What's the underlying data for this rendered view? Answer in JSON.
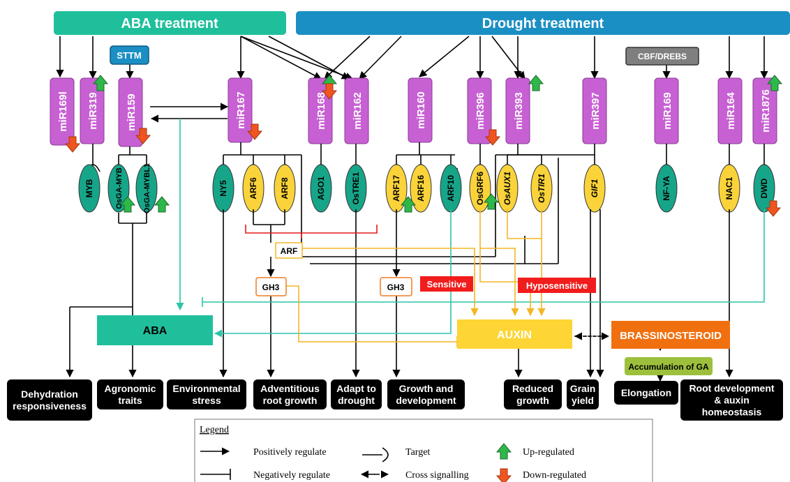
{
  "headers": {
    "aba": "ABA treatment",
    "drought": "Drought treatment"
  },
  "colors": {
    "aba_green": "#1fbf9c",
    "drought_blue": "#1a8fc4",
    "mirna_purple": "#c761d3",
    "target_green": "#17a589",
    "target_yellow": "#f9d339",
    "auxin_yellow": "#fdd535",
    "brassino_orange": "#f07010",
    "ga_green": "#9dc03c",
    "cyan_line": "#2cc4a8",
    "orange_line": "#f3b524",
    "red_label": "#f11c1c"
  },
  "mirnas": [
    "miR169l",
    "miR319",
    "miR159",
    "miR167",
    "miR168",
    "miR162",
    "miR160",
    "miR396",
    "miR393",
    "miR397",
    "miR169",
    "miR164",
    "miR1876"
  ],
  "boxes": {
    "sttm": "STTM",
    "cbf": "CBF/DREBS"
  },
  "targets": [
    "MYB",
    "OsGA-MYB",
    "OsGA-MYBL1",
    "NY5",
    "ARF6",
    "ARF8",
    "AGO1",
    "OsTRE1",
    "ARF17",
    "ARF16",
    "ARF10",
    "OsGRF6",
    "OsAUX1",
    "OsTIR1",
    "GIF1",
    "NF-YA",
    "NAC1",
    "DWD"
  ],
  "mid": {
    "arf": "ARF",
    "gh3a": "GH3",
    "gh3b": "GH3",
    "sensitive": "Sensitive",
    "hyposensitive": "Hyposensitive"
  },
  "hormones": {
    "aba": "ABA",
    "auxin": "AUXIN",
    "brassino": "BRASSINOSTEROID",
    "ga": "Accumulation of GA"
  },
  "outcomes": [
    {
      "l1": "Dehydration",
      "l2": "responsiveness"
    },
    {
      "l1": "Agronomic",
      "l2": "traits"
    },
    {
      "l1": "Environmental",
      "l2": "stress"
    },
    {
      "l1": "Adventitious",
      "l2": "root growth"
    },
    {
      "l1": "Adapt to",
      "l2": "drought"
    },
    {
      "l1": "Growth and",
      "l2": "development"
    },
    {
      "l1": "Reduced",
      "l2": "growth"
    },
    {
      "l1": "Grain",
      "l2": "yield"
    },
    {
      "l1": "Elongation",
      "l2": ""
    },
    {
      "l1": "Root development",
      "l2": "& auxin",
      "l3": "homeostasis"
    }
  ],
  "legend": {
    "title": "Legend",
    "positive": "Positively regulate",
    "negative": "Negatively regulate",
    "target": "Target",
    "cross": "Cross signalling",
    "up": "Up-regulated",
    "down": "Down-regulated"
  }
}
